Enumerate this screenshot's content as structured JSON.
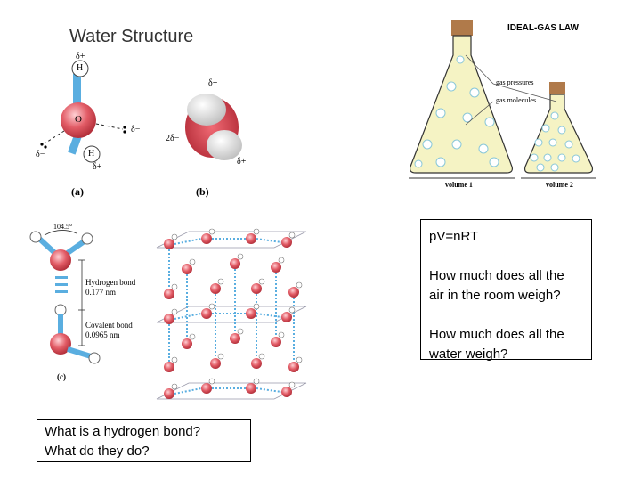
{
  "water_structure": {
    "title": "Water Structure",
    "panel_a": {
      "atom_h": "H",
      "atom_o": "O",
      "delta_plus": "δ+",
      "delta_minus": "δ−",
      "label": "(a)"
    },
    "panel_b": {
      "delta_plus": "δ+",
      "two_delta_minus": "2δ−",
      "label": "(b)"
    }
  },
  "bond_figure": {
    "angle": "104.5°",
    "hbond_label": "Hydrogen bond",
    "hbond_length": "0.177 nm",
    "covalent_label": "Covalent bond",
    "covalent_length": "0.0965 nm",
    "label": "(c)"
  },
  "gas_figure": {
    "title": "IDEAL-GAS LAW",
    "gas_pressures": "gas pressures",
    "gas_molecules": "gas molecules",
    "volume1": "volume 1",
    "volume2": "volume 2"
  },
  "pv_box": {
    "line1": "pV=nRT",
    "line2": "How much does all the",
    "line3": "air in the room weigh?",
    "line4": "How much does all the",
    "line5": "water weigh?"
  },
  "hbond_box": {
    "line1": "What is a hydrogen bond?",
    "line2": "What do they do?"
  },
  "colors": {
    "oxygen": "#e0505a",
    "bond": "#5aaee0",
    "flask_fill": "#f5f3c4",
    "cork": "#b07a4a"
  }
}
